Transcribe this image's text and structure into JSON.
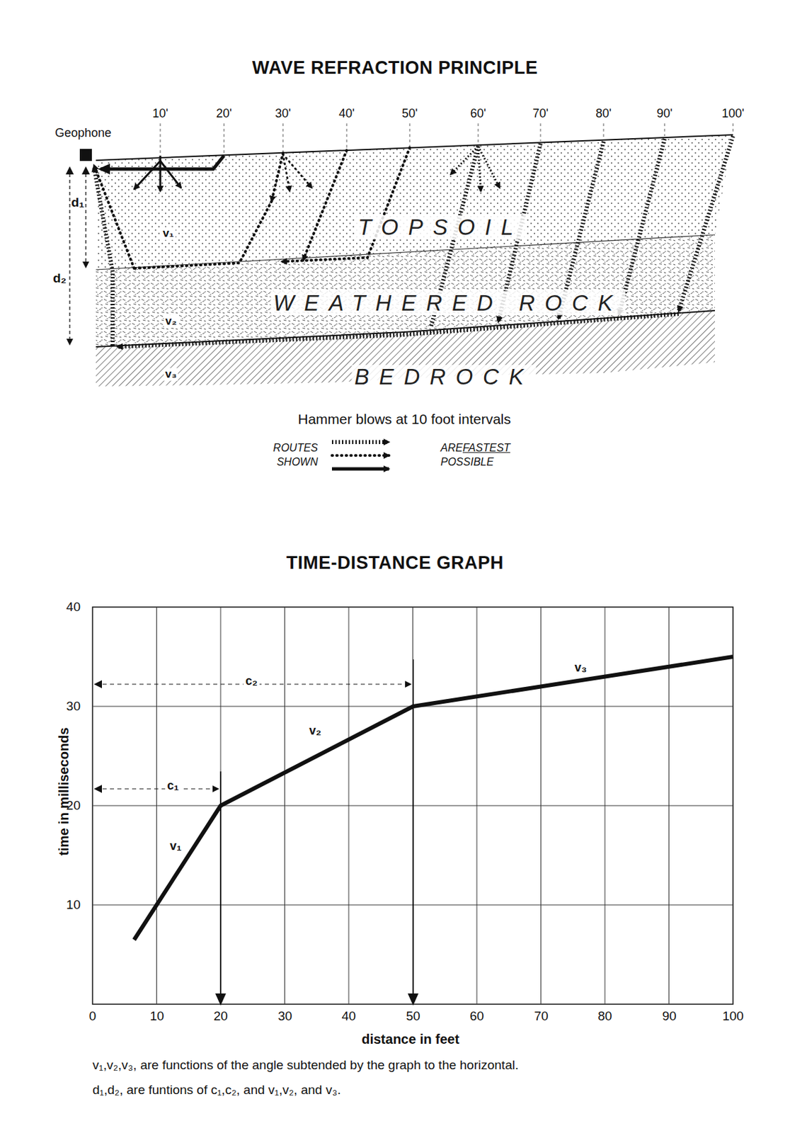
{
  "diagram": {
    "title": "WAVE REFRACTION PRINCIPLE",
    "labels": [
      "10'",
      "20'",
      "30'",
      "40'",
      "50'",
      "60'",
      "70'",
      "80'",
      "90'",
      "100'",
      "Geophone",
      "d₁",
      "d₂",
      "v₁",
      "TOPSOIL",
      "v₂",
      "WEATHERED ROCK",
      "v₃",
      "BEDROCK",
      "Hammer blows at 10 foot intervals",
      "ROUTES",
      "SHOWN",
      "ARE",
      "FASTEST",
      "POSSIBLE",
      "TIME-DISTANCE GRAPH",
      "40",
      "30",
      "20",
      "10",
      "0",
      "10",
      "20",
      "30",
      "40",
      "50",
      "60",
      "70",
      "80",
      "90",
      "100",
      "time in milliseconds",
      "distance in feet",
      "c₂",
      "c₁",
      "v₁",
      "v₂",
      "v₃",
      "v₁,v₂,v₃, are functions of the angle subtended by the graph to the horizontal.",
      "d₁,d₂, are funtions of c₁,c₂, and v₁,v₂, and v₃."
    ]
  }
}
